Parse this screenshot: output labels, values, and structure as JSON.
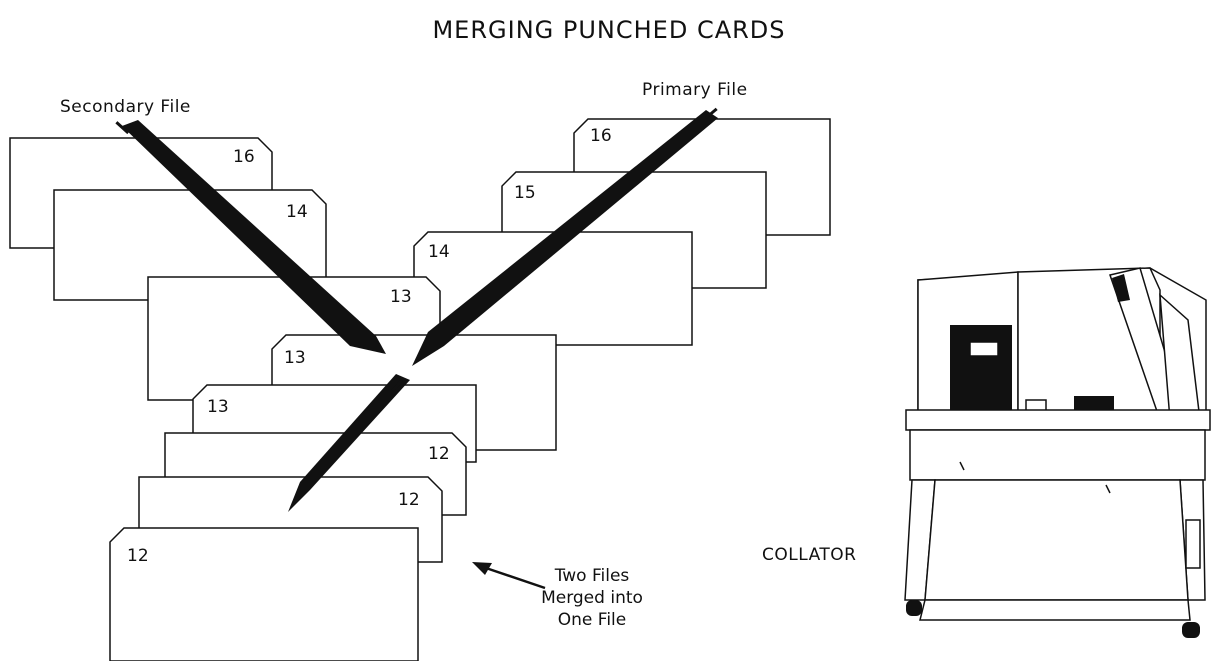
{
  "title": "MERGING PUNCHED CARDS",
  "labels": {
    "secondary_file": "Secondary File",
    "primary_file": "Primary File",
    "merged_note": [
      "Two Files",
      "Merged into",
      "One File"
    ],
    "machine": "COLLATOR"
  },
  "cards": {
    "secondary": [
      "16",
      "14",
      "13"
    ],
    "primary": [
      "16",
      "15",
      "14"
    ],
    "merged": [
      "13",
      "13",
      "12",
      "12",
      "12"
    ]
  }
}
